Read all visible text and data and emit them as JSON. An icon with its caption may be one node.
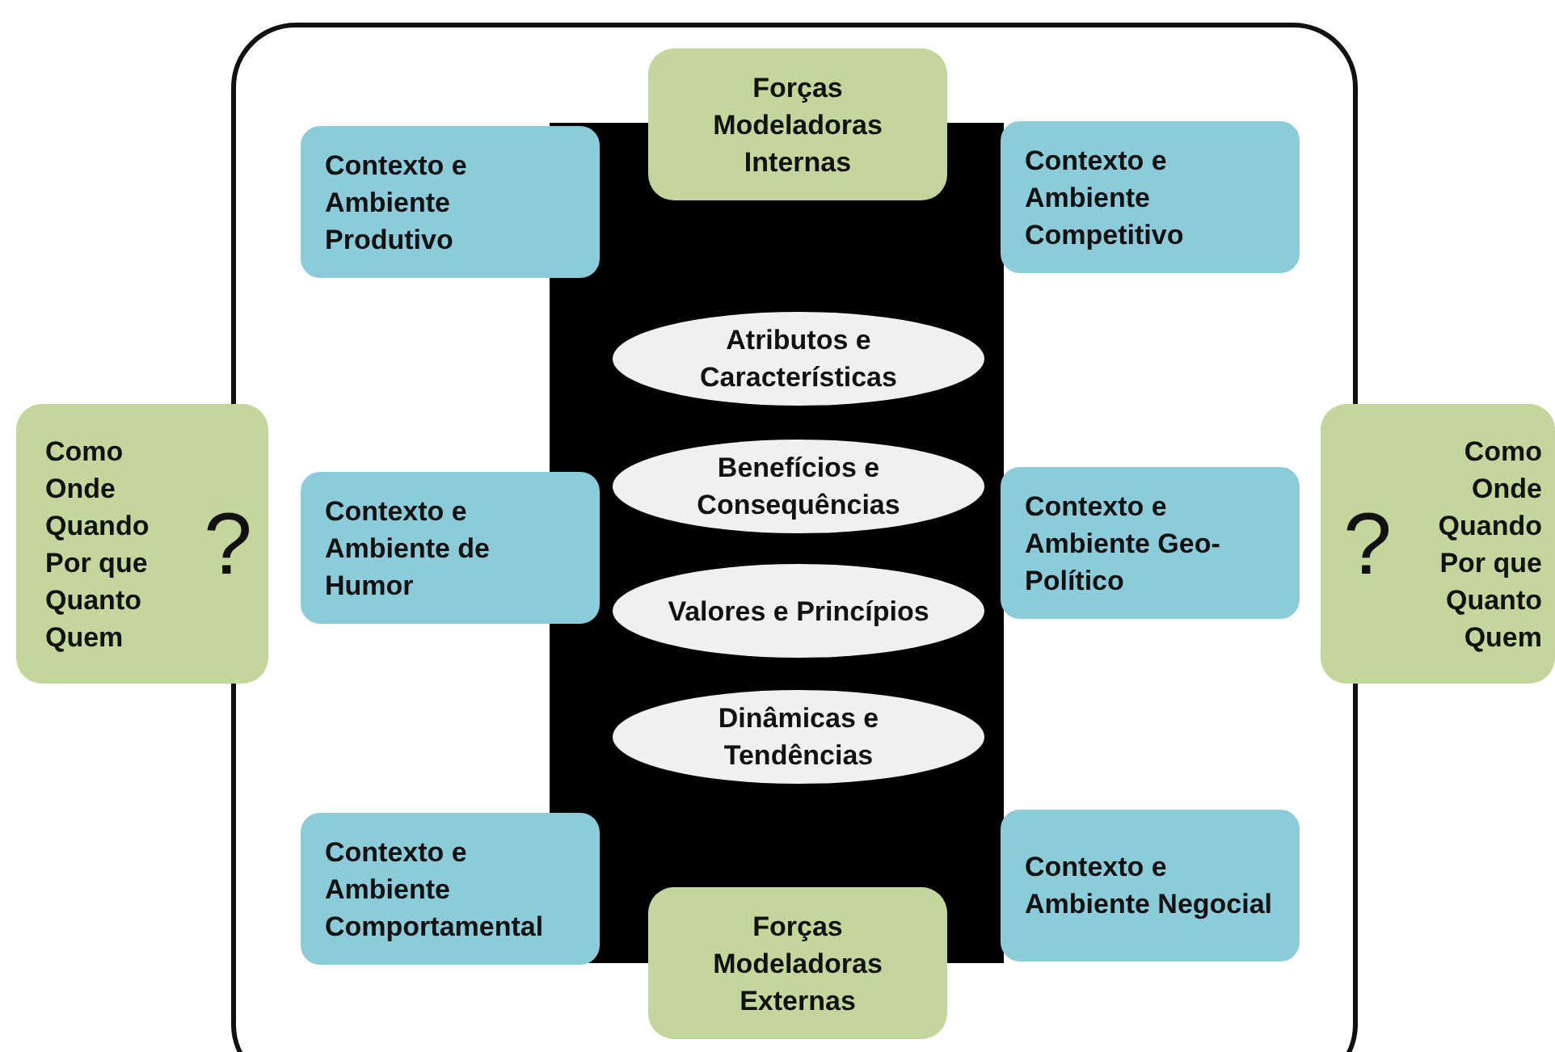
{
  "diagram": {
    "nodes": [
      {
        "text": [],
        "shape": "box"
      },
      {
        "text": [],
        "shape": "box",
        "in": 0
      },
      {
        "text": [
          "Forças Modeladoras Internas"
        ],
        "in": 0
      },
      {
        "text": [
          "Contexto e Ambiente Produtivo"
        ],
        "in": 0
      },
      {
        "text": [
          "Contexto e Ambiente Competitivo"
        ],
        "in": 0
      },
      {
        "text": [
          "Atributos e Características"
        ],
        "in": 1
      },
      {
        "text": [
          "Benefícios e Consequências"
        ],
        "in": 1
      },
      {
        "text": [
          "Valores e Princípios"
        ],
        "in": 1
      },
      {
        "text": [
          "Dinâmicas e Tendências"
        ],
        "in": 1
      },
      {
        "text": [
          "Contexto e Ambiente de Humor"
        ],
        "in": 0
      },
      {
        "text": [
          "Contexto e Ambiente Geo-Político"
        ],
        "in": 0
      },
      {
        "text": [
          "Contexto e Ambiente Comportamental"
        ],
        "in": 0
      },
      {
        "text": [
          "Contexto e Ambiente Negocial"
        ],
        "in": 0
      },
      {
        "text": [
          "Forças Modeladoras Externas"
        ],
        "in": 0
      },
      {
        "text": [
          "Como Onde Quando Por que Quanto Quem",
          "?"
        ]
      },
      {
        "text": [
          "?",
          "Como Onde Quando Por que Quanto Quem"
        ]
      }
    ]
  }
}
